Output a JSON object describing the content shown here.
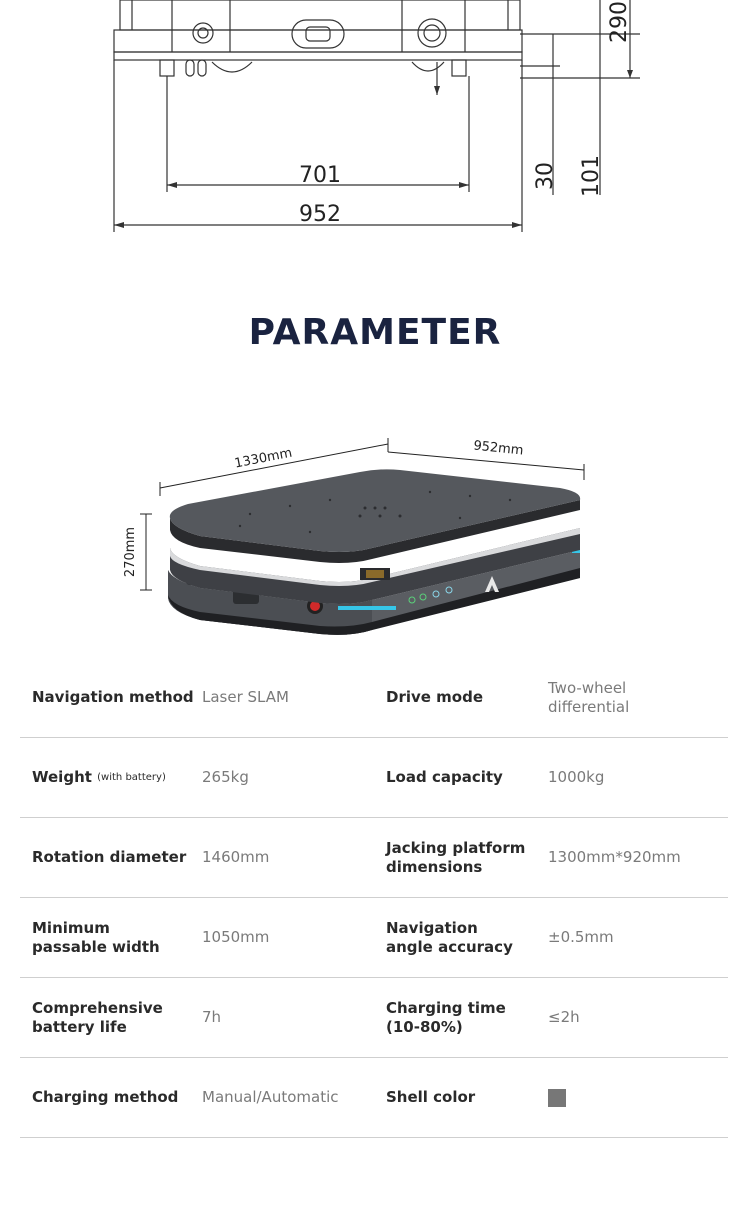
{
  "drawing": {
    "dim_701": "701",
    "dim_952": "952",
    "dim_30": "30",
    "dim_101": "101",
    "dim_290": "290"
  },
  "title": "PARAMETER",
  "robot": {
    "length": "1330mm",
    "width": "952mm",
    "height": "270mm"
  },
  "specs": [
    {
      "label1": "Navigation method",
      "value1": "Laser SLAM",
      "label2": "Drive mode",
      "value2": "Two-wheel differential"
    },
    {
      "label1": "Weight",
      "label1_note": "(with battery)",
      "value1": "265kg",
      "label2": "Load capacity",
      "value2": "1000kg"
    },
    {
      "label1": "Rotation diameter",
      "value1": "1460mm",
      "label2": "Jacking platform dimensions",
      "value2": "1300mm*920mm"
    },
    {
      "label1": "Minimum passable width",
      "value1": "1050mm",
      "label2": "Navigation angle accuracy",
      "value2": "±0.5mm"
    },
    {
      "label1": "Comprehensive battery life",
      "value1": "7h",
      "label2": "Charging time (10-80%)",
      "value2": "≤2h"
    },
    {
      "label1": "Charging method",
      "value1": "Manual/Automatic",
      "label2": "Shell color",
      "value2_color": "#777777"
    }
  ]
}
